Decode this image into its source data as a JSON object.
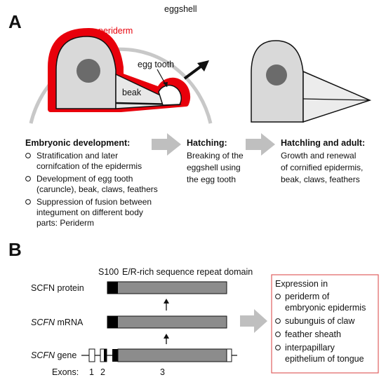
{
  "panel_a": {
    "letter": "A",
    "labels": {
      "periderm": "periderm",
      "eggshell": "eggshell",
      "egg_tooth": "egg tooth",
      "beak": "beak"
    },
    "stages": [
      {
        "title": "Embryonic development:",
        "bullets": [
          [
            "Stratification and later",
            "cornifcation of the epidermis"
          ],
          [
            "Development of egg tooth",
            "(caruncle), beak, claws, feathers"
          ],
          [
            "Suppression of fusion between",
            "integument on different body",
            "parts: Periderm"
          ]
        ]
      },
      {
        "title": "Hatching:",
        "lines": [
          "Breaking of the",
          "eggshell using",
          "the egg tooth"
        ]
      },
      {
        "title": "Hatchling and adult:",
        "lines": [
          "Growth and renewal",
          "of cornified epidermis,",
          "beak, claws, feathers"
        ]
      }
    ]
  },
  "panel_b": {
    "letter": "B",
    "domain_labels": {
      "s100": "S100",
      "repeat": "E/R-rich sequence repeat domain"
    },
    "rows": {
      "protein": {
        "label_a": "SCFN",
        "label_b": " protein"
      },
      "mrna": {
        "label_a": "SCFN",
        "label_b": " mRNA"
      },
      "gene": {
        "label_a": "SCFN",
        "label_b": " gene"
      }
    },
    "exons": {
      "label": "Exons:",
      "numbers": [
        "1",
        "2",
        "3"
      ]
    },
    "expression": {
      "title": "Expression in",
      "items": [
        [
          "periderm of",
          "embryonic epidermis"
        ],
        [
          "subunguis of claw"
        ],
        [
          "feather sheath"
        ],
        [
          "interpapillary",
          "epithelium of tongue"
        ]
      ]
    }
  },
  "colors": {
    "periderm_red": "#e8000b",
    "gray_fill": "#d9d9d9",
    "dark_gray": "#6b6b6b",
    "arrow_gray": "#bfbfbf",
    "box_red": "#e06060"
  }
}
